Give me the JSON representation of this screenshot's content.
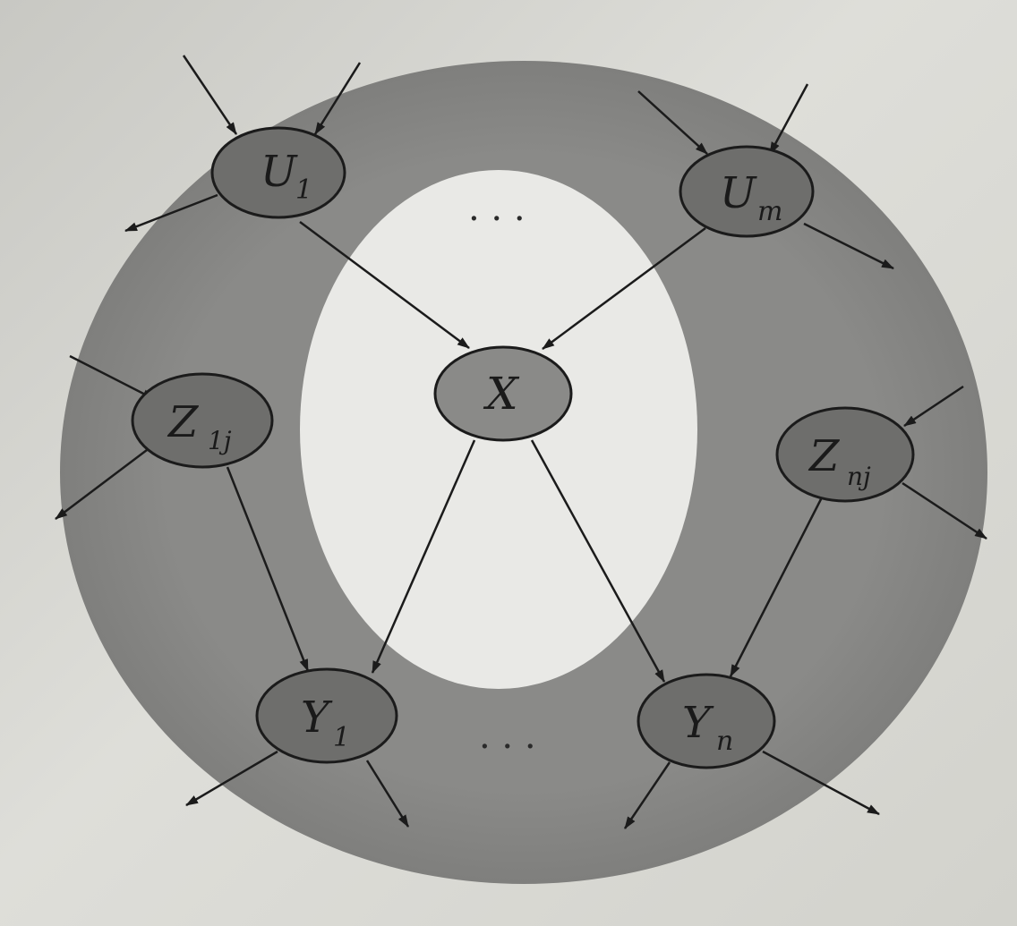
{
  "diagram": {
    "nodes": {
      "u1": {
        "base": "U",
        "sub": "1"
      },
      "um": {
        "base": "U",
        "sub": "m"
      },
      "x": {
        "base": "X",
        "sub": ""
      },
      "z1j": {
        "base": "Z",
        "sub": "1j"
      },
      "znj": {
        "base": "Z",
        "sub": "nj"
      },
      "y1": {
        "base": "Y",
        "sub": "1"
      },
      "yn": {
        "base": "Y",
        "sub": "n"
      }
    },
    "ellipsis_top": ". . .",
    "ellipsis_bottom": ". . ."
  },
  "colors": {
    "ring": "#868684",
    "node_fill": "#6e6e6c",
    "x_fill": "#8a8a88",
    "stroke": "#1b1b1b",
    "inner": "#e9e9e6"
  }
}
